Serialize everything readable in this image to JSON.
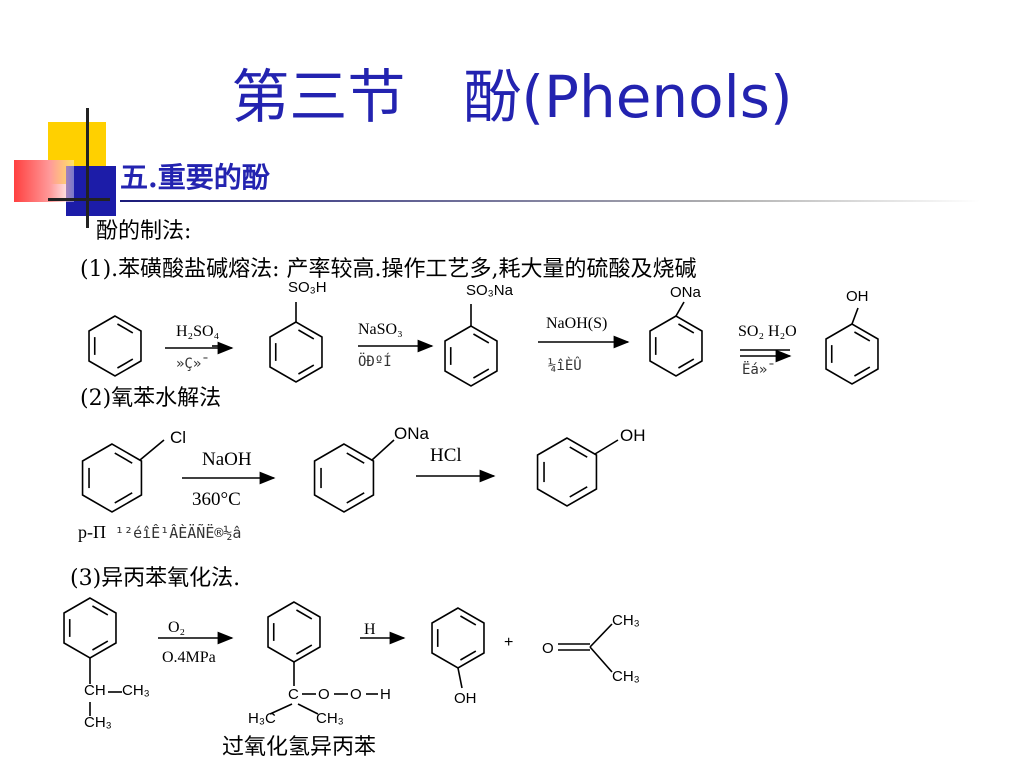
{
  "slide": {
    "title_cn": "第三节　酚",
    "title_en": "(Phenols)",
    "subtitle": "五.重要的酚",
    "heading": "酚的制法:",
    "method1": "(1).苯磺酸盐碱熔法: 产率较高.操作工艺多,耗大量的硫酸及烧碱",
    "method2": "(2)氧苯水解法",
    "method3": "(3)异丙苯氧化法.",
    "footer_name": "过氧化氢异丙苯"
  },
  "scheme1": {
    "reagent1_top": "H₂SO₄",
    "reagent1_bottom": "»Ç»¯",
    "label_so3h": "SO₃H",
    "reagent2_top": "NaSO₃",
    "reagent2_bottom": "ÖÐºÍ",
    "label_so3na": "SO₃Na",
    "reagent3_top": "NaOH(S)",
    "reagent3_bottom": "¼îÈÛ",
    "label_ona": "ONa",
    "reagent4_top": "SO₂ H₂O",
    "reagent4_bottom": "Ëá»¯",
    "label_oh": "OH"
  },
  "scheme2": {
    "label_cl": "Cl",
    "reagent1_top": "NaOH",
    "reagent1_bottom": "360°C",
    "label_ona": "ONa",
    "reagent2_top": "HCl",
    "label_oh": "OH",
    "note_prefix": "p-Π",
    "note_garbled": " ¹²éîÊ¹ÂÈÄÑË®½â"
  },
  "scheme3": {
    "label_ch": "CH",
    "label_ch3": "CH₃",
    "reagent1_top": "O₂",
    "reagent1_bottom": "O.4MPa",
    "label_c": "C",
    "label_o": "O",
    "label_h": "H",
    "label_h3c": "H₃C",
    "reagent2_top": "H",
    "label_oh": "OH",
    "plus": "+",
    "label_o_ketone": "O"
  }
}
